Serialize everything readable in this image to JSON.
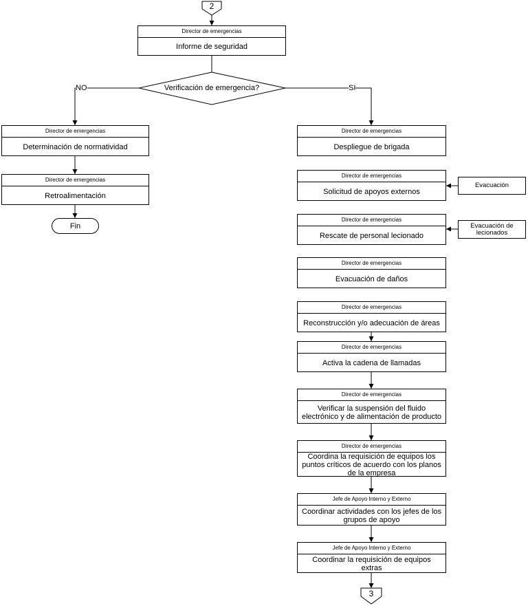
{
  "connectors": {
    "top": "2",
    "bottom": "3"
  },
  "decision": {
    "question": "Verificación de emergencia?",
    "no_label": "NO",
    "yes_label": "SI"
  },
  "start_box": {
    "role": "Director de emergencias",
    "task": "Informe de seguridad"
  },
  "left_branch": [
    {
      "role": "Director de emergencias",
      "task": "Determinación de normatividad"
    },
    {
      "role": "Director de emergencias",
      "task": "Retroalimentación"
    }
  ],
  "end_label": "Fin",
  "right_branch": [
    {
      "role": "Director de emergencias",
      "task": "Despliegue de brigada"
    },
    {
      "role": "Director de emergencias",
      "task": "Solicitud de apoyos externos"
    },
    {
      "role": "Director de emergencias",
      "task": "Rescate de personal lecionado"
    },
    {
      "role": "Director de emergencias",
      "task": "Evacuación de daños"
    },
    {
      "role": "Director de emergencias",
      "task": "Reconstrucción y/o adecuación de áreas"
    },
    {
      "role": "Director de emergencias",
      "task": "Activa la cadena de llamadas"
    },
    {
      "role": "Director de emergencias",
      "task": "Verificar la suspensión del fluido electrónico y de alimentación de producto"
    },
    {
      "role": "Director de emergencias",
      "task": "Coordina la requisición de equipos los puntos críticos de acuerdo con los planos de la empresa"
    },
    {
      "role": "Jefe de Apoyo Interno y Externo",
      "task": "Coordinar actividades con los jefes de los grupos de apoyo"
    },
    {
      "role": "Jefe de Apoyo Interno y Externo",
      "task": "Coordinar la requisición de equipos extras"
    }
  ],
  "external_inputs": [
    {
      "label": "Evacuación"
    },
    {
      "label": "Evacuación de lecionados"
    }
  ]
}
